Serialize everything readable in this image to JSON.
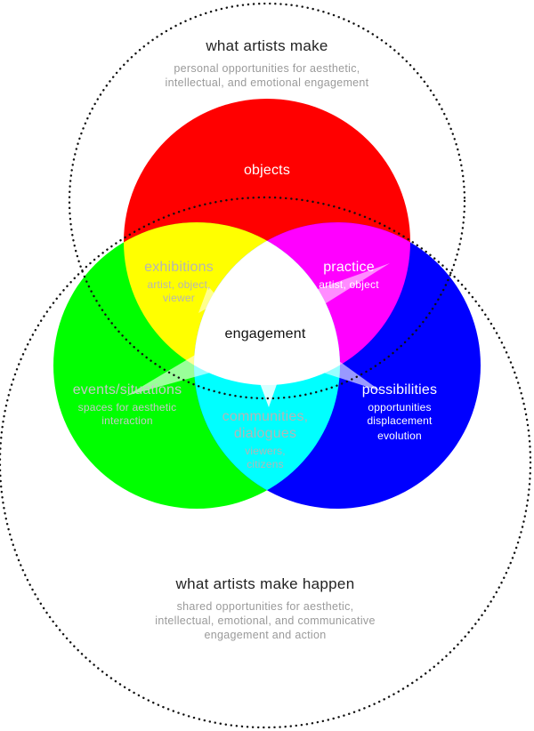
{
  "outer_top": {
    "title": "what artists make",
    "subtitle": [
      "personal opportunities for aesthetic,",
      "intellectual, and emotional engagement"
    ]
  },
  "outer_bottom": {
    "title": "what artists make happen",
    "subtitle": [
      "shared opportunities for aesthetic,",
      "intellectual, emotional, and communicative",
      "engagement and action"
    ]
  },
  "regions": {
    "objects": {
      "label": "objects",
      "color": "#ff0000"
    },
    "exhibitions": {
      "label": "exhibitions",
      "details": [
        "artist, object,",
        "viewer"
      ],
      "color": "#ffff00"
    },
    "practice": {
      "label": "practice",
      "details": [
        "artist, object"
      ],
      "color": "#ff00ff"
    },
    "events": {
      "label": "events/situations",
      "details": [
        "spaces for aesthetic",
        "interaction"
      ],
      "color": "#00ff00"
    },
    "communities": {
      "label": [
        "communities,",
        "dialogues"
      ],
      "details": [
        "viewers,",
        "citizens"
      ],
      "color": "#00ffff"
    },
    "possibilities": {
      "label": "possibilities",
      "details": [
        "opportunities",
        "displacement",
        "evolution"
      ],
      "color": "#0000ff"
    },
    "engagement": {
      "label": "engagement",
      "color": "#ffffff"
    }
  }
}
